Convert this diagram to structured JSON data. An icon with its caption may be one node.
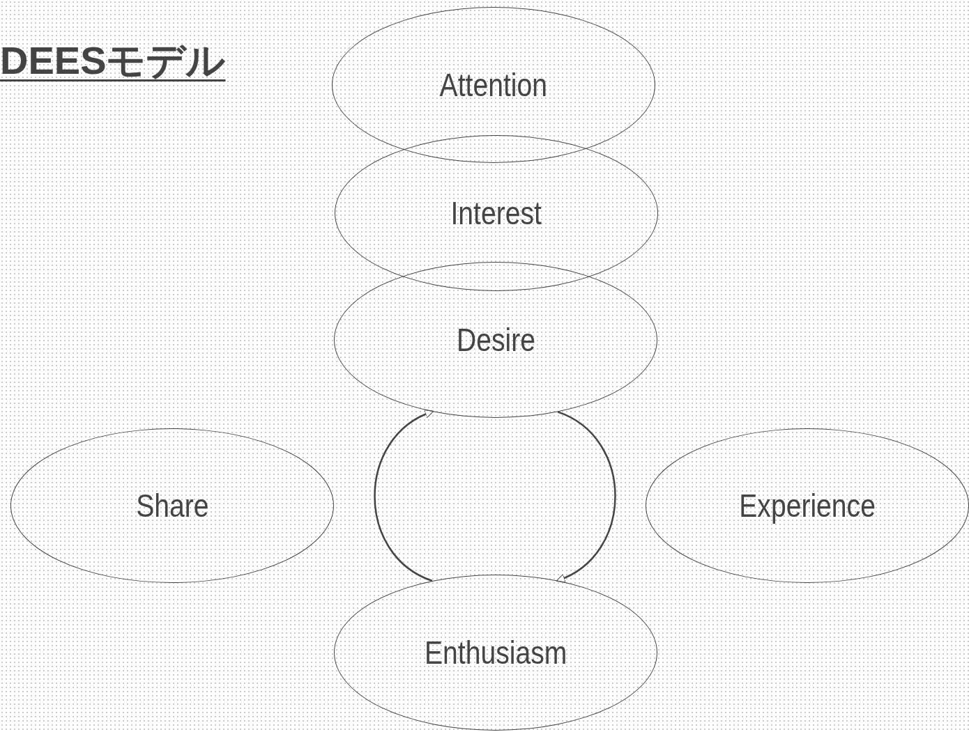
{
  "diagram": {
    "title": "DEESモデル",
    "nodes": [
      {
        "text": [
          "Attention"
        ]
      },
      {
        "text": [
          "Interest"
        ]
      },
      {
        "text": [
          "Desire"
        ]
      },
      {
        "text": [
          "Share"
        ]
      },
      {
        "text": [
          "Experience"
        ]
      },
      {
        "text": [
          "Enthusiasm"
        ]
      }
    ],
    "edges": [
      {
        "from": 2,
        "to": 5,
        "arrow": "to"
      },
      {
        "from": 5,
        "to": 2,
        "arrow": "to"
      }
    ]
  }
}
